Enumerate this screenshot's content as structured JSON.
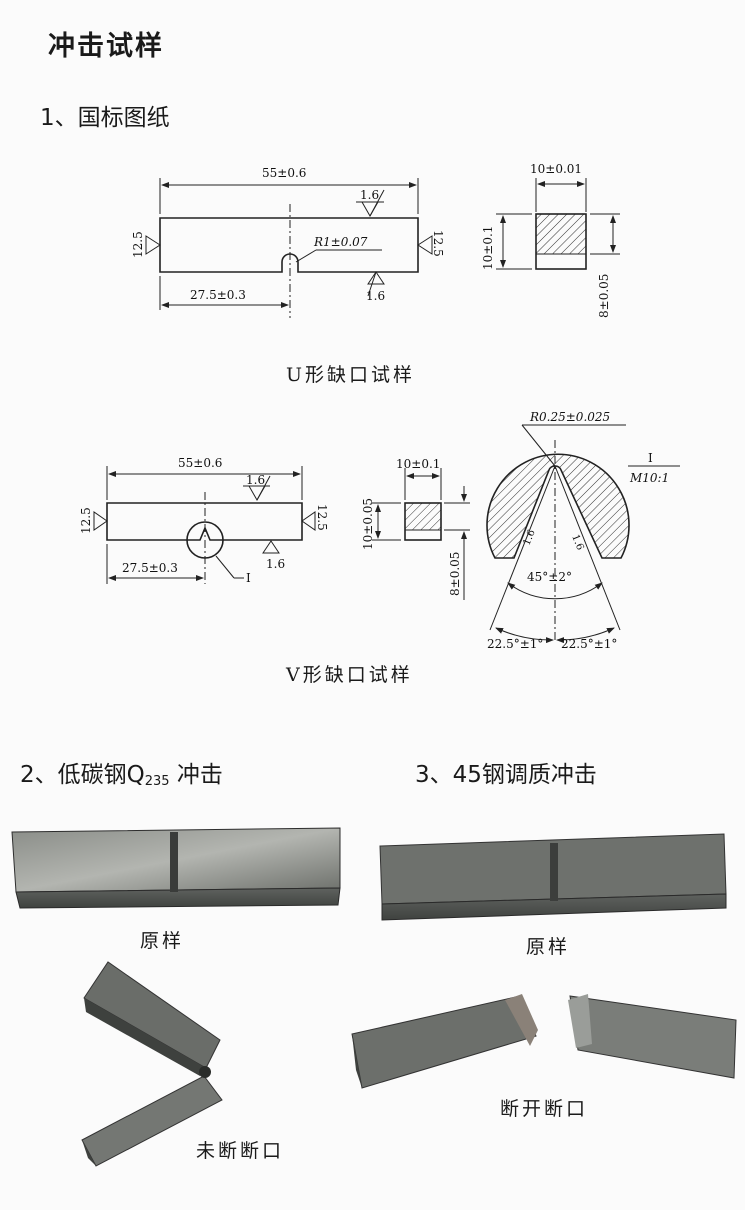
{
  "page_title": "冲击试样",
  "section1": "1、国标图纸",
  "u_specimen": {
    "caption": "U形缺口试样",
    "length": "55±0.6",
    "roughness_top": "1.6",
    "roughness_bottom": "1.6",
    "roughness_left": "12.5",
    "roughness_right": "12.5",
    "radius": "R1±0.07",
    "half_length": "27.5±0.3",
    "width": "10±0.01",
    "height": "10±0.1",
    "ligament": "8±0.05"
  },
  "v_specimen": {
    "caption": "V形缺口试样",
    "length": "55±0.6",
    "roughness_top": "1.6",
    "roughness_bottom": "1.6",
    "roughness_left": "12.5",
    "roughness_right": "12.5",
    "half_length": "27.5±0.3",
    "detail_mark": "I",
    "width": "10±0.1",
    "height": "10±0.05",
    "ligament": "8±0.05",
    "tip_radius": "R0.25±0.025",
    "detail_label": "I",
    "detail_scale": "M10:1",
    "angle_total": "45°±2°",
    "angle_left": "22.5°±1°",
    "angle_right": "22.5°±1°",
    "roughness_notch_left": "1.6",
    "roughness_notch_right": "1.6"
  },
  "section2": "2、低碳钢Q",
  "section2_sub": "235",
  "section2_tail": " 冲击",
  "section3": "3、45钢调质冲击",
  "captions": {
    "original_left": "原样",
    "original_right": "原样",
    "unbroken": "未断断口",
    "broken": "断开断口"
  }
}
